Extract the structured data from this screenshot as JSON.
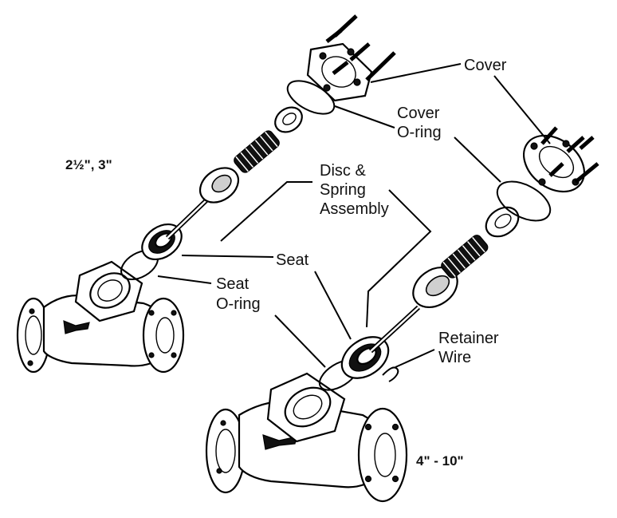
{
  "labels": {
    "cover": "Cover",
    "cover_oring_1": "Cover",
    "cover_oring_2": "O-ring",
    "disc_1": "Disc &",
    "disc_2": "Spring",
    "disc_3": "Assembly",
    "seat": "Seat",
    "seat_oring_1": "Seat",
    "seat_oring_2": "O-ring",
    "retainer_1": "Retainer",
    "retainer_2": "Wire"
  },
  "sizes": {
    "small": "2½\", 3\"",
    "large": "4\" - 10\""
  }
}
